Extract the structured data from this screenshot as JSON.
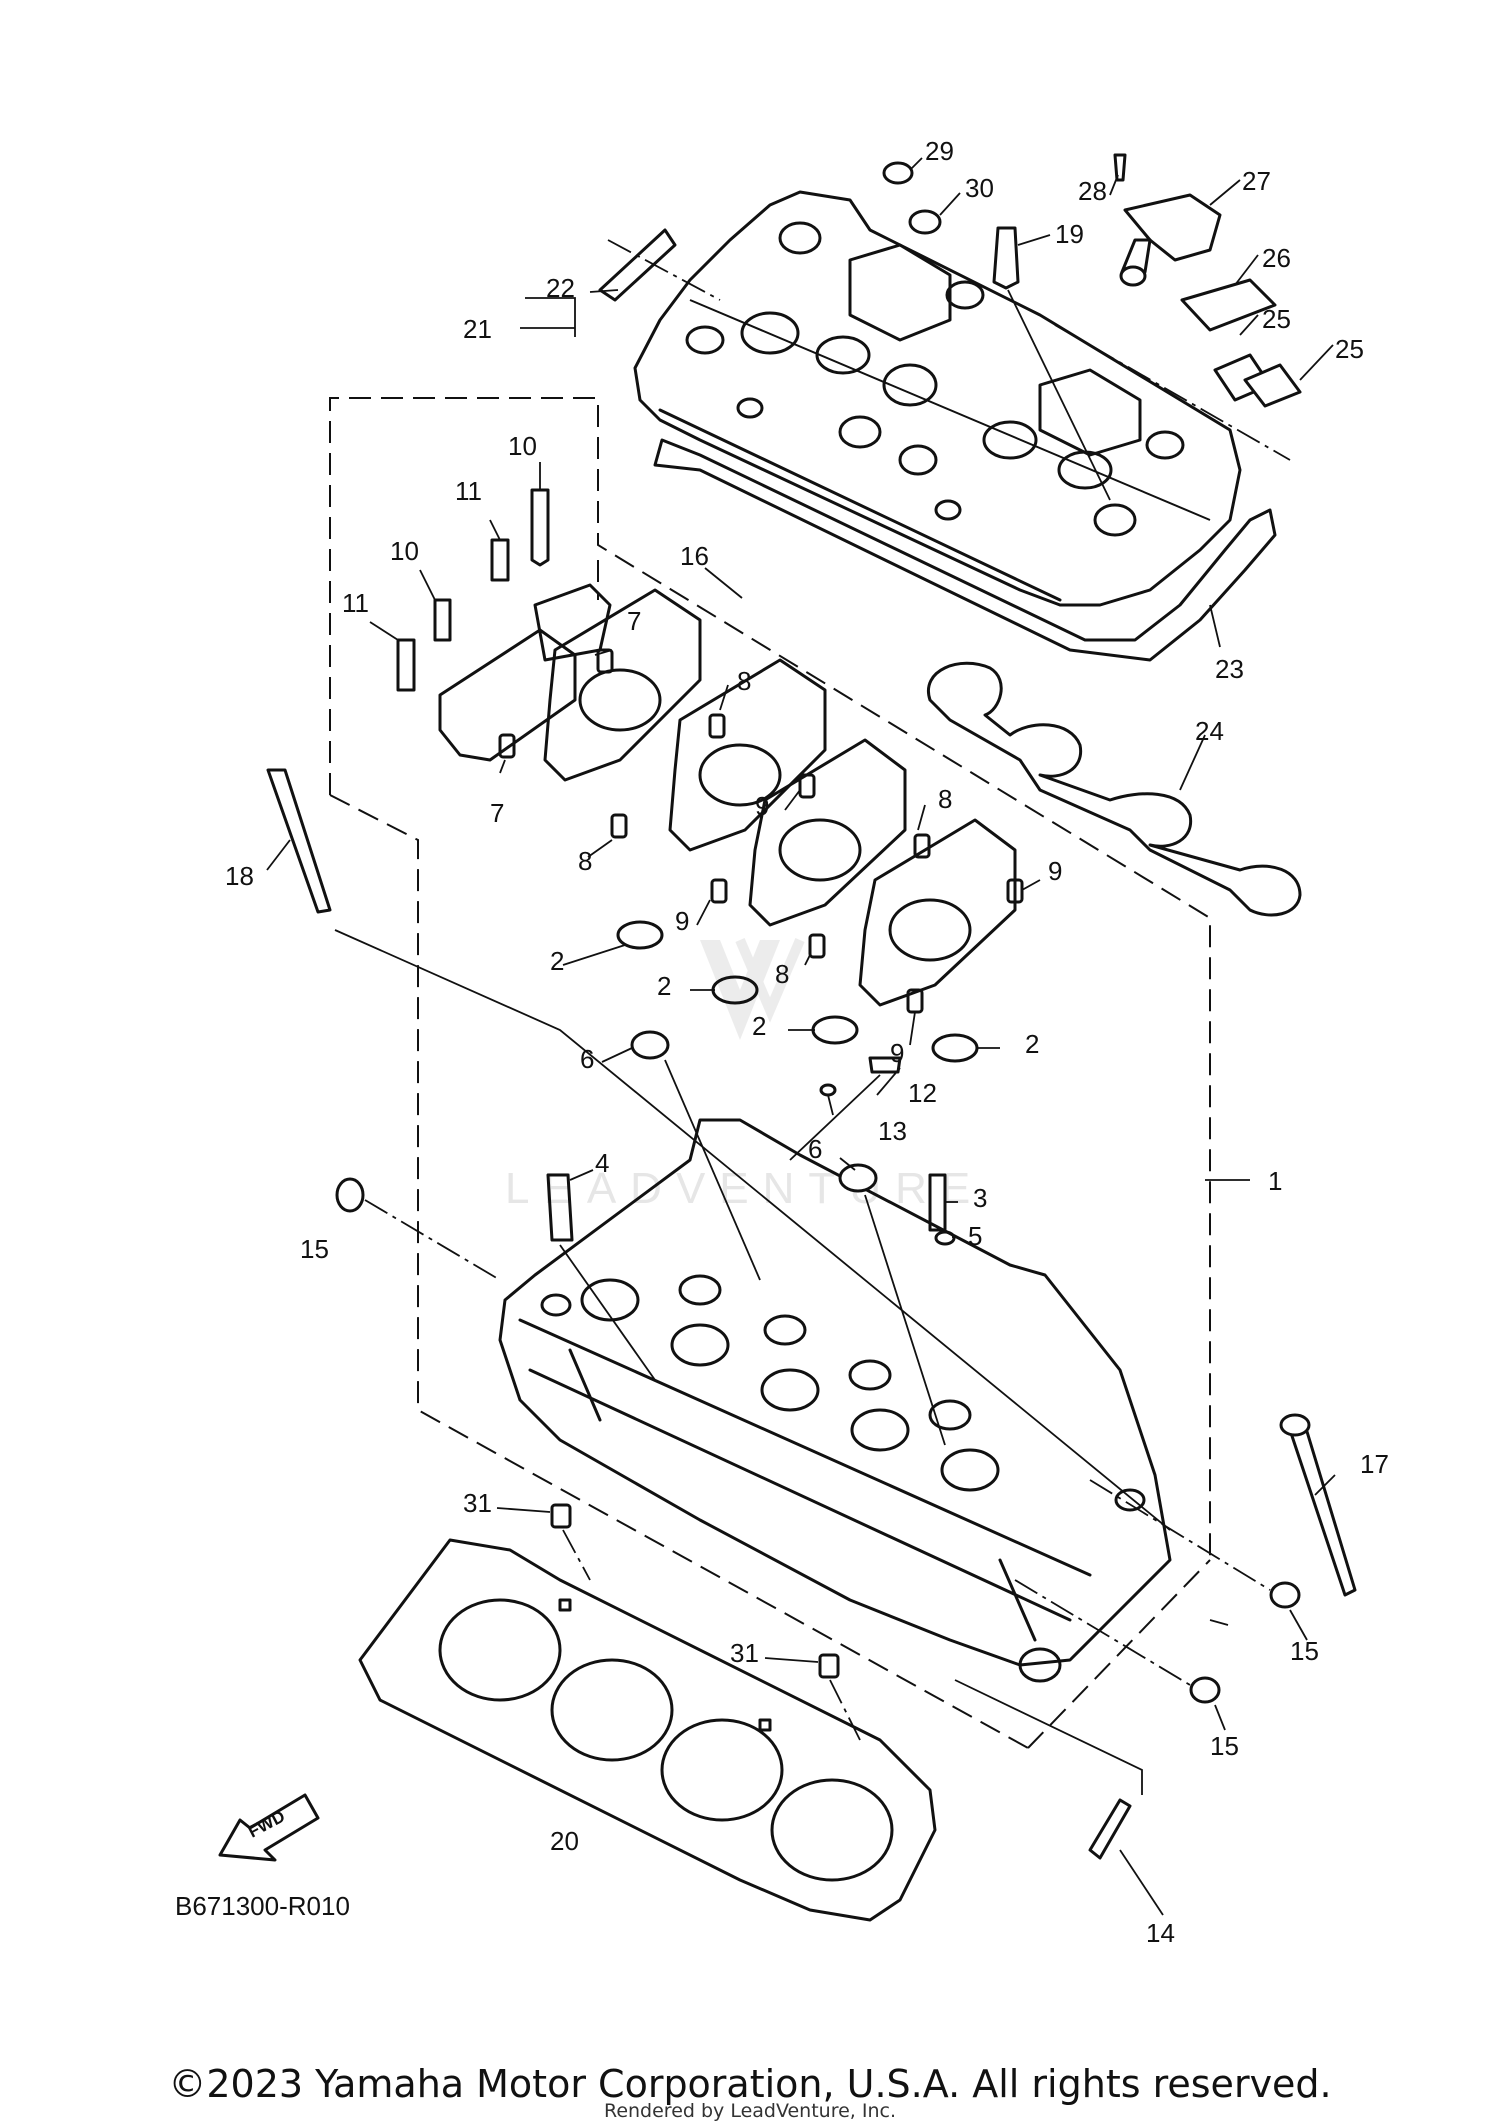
{
  "callouts": [
    {
      "id": "1",
      "text": "1"
    },
    {
      "id": "2a",
      "text": "2"
    },
    {
      "id": "2b",
      "text": "2"
    },
    {
      "id": "2c",
      "text": "2"
    },
    {
      "id": "2d",
      "text": "2"
    },
    {
      "id": "3",
      "text": "3"
    },
    {
      "id": "4",
      "text": "4"
    },
    {
      "id": "5",
      "text": "5"
    },
    {
      "id": "6a",
      "text": "6"
    },
    {
      "id": "6b",
      "text": "6"
    },
    {
      "id": "7a",
      "text": "7"
    },
    {
      "id": "7b",
      "text": "7"
    },
    {
      "id": "8a",
      "text": "8"
    },
    {
      "id": "8b",
      "text": "8"
    },
    {
      "id": "8c",
      "text": "8"
    },
    {
      "id": "8d",
      "text": "8"
    },
    {
      "id": "9a",
      "text": "9"
    },
    {
      "id": "9b",
      "text": "9"
    },
    {
      "id": "9c",
      "text": "9"
    },
    {
      "id": "9d",
      "text": "9"
    },
    {
      "id": "10a",
      "text": "10"
    },
    {
      "id": "10b",
      "text": "10"
    },
    {
      "id": "11a",
      "text": "11"
    },
    {
      "id": "11b",
      "text": "11"
    },
    {
      "id": "12",
      "text": "12"
    },
    {
      "id": "13",
      "text": "13"
    },
    {
      "id": "14",
      "text": "14"
    },
    {
      "id": "15a",
      "text": "15"
    },
    {
      "id": "15b",
      "text": "15"
    },
    {
      "id": "15c",
      "text": "15"
    },
    {
      "id": "16",
      "text": "16"
    },
    {
      "id": "17",
      "text": "17"
    },
    {
      "id": "18",
      "text": "18"
    },
    {
      "id": "19",
      "text": "19"
    },
    {
      "id": "20",
      "text": "20"
    },
    {
      "id": "21",
      "text": "21"
    },
    {
      "id": "22",
      "text": "22"
    },
    {
      "id": "23",
      "text": "23"
    },
    {
      "id": "24",
      "text": "24"
    },
    {
      "id": "25a",
      "text": "25"
    },
    {
      "id": "25b",
      "text": "25"
    },
    {
      "id": "26",
      "text": "26"
    },
    {
      "id": "27",
      "text": "27"
    },
    {
      "id": "28",
      "text": "28"
    },
    {
      "id": "29",
      "text": "29"
    },
    {
      "id": "30",
      "text": "30"
    },
    {
      "id": "31a",
      "text": "31"
    },
    {
      "id": "31b",
      "text": "31"
    }
  ],
  "fwd_label": "FWD",
  "drawing_code": "B671300-R010",
  "watermark_text": "LEADVENTURE",
  "copyright": "©2023 Yamaha Motor Corporation, U.S.A. All rights reserved.",
  "rendered_by": "Rendered by LeadVenture, Inc."
}
